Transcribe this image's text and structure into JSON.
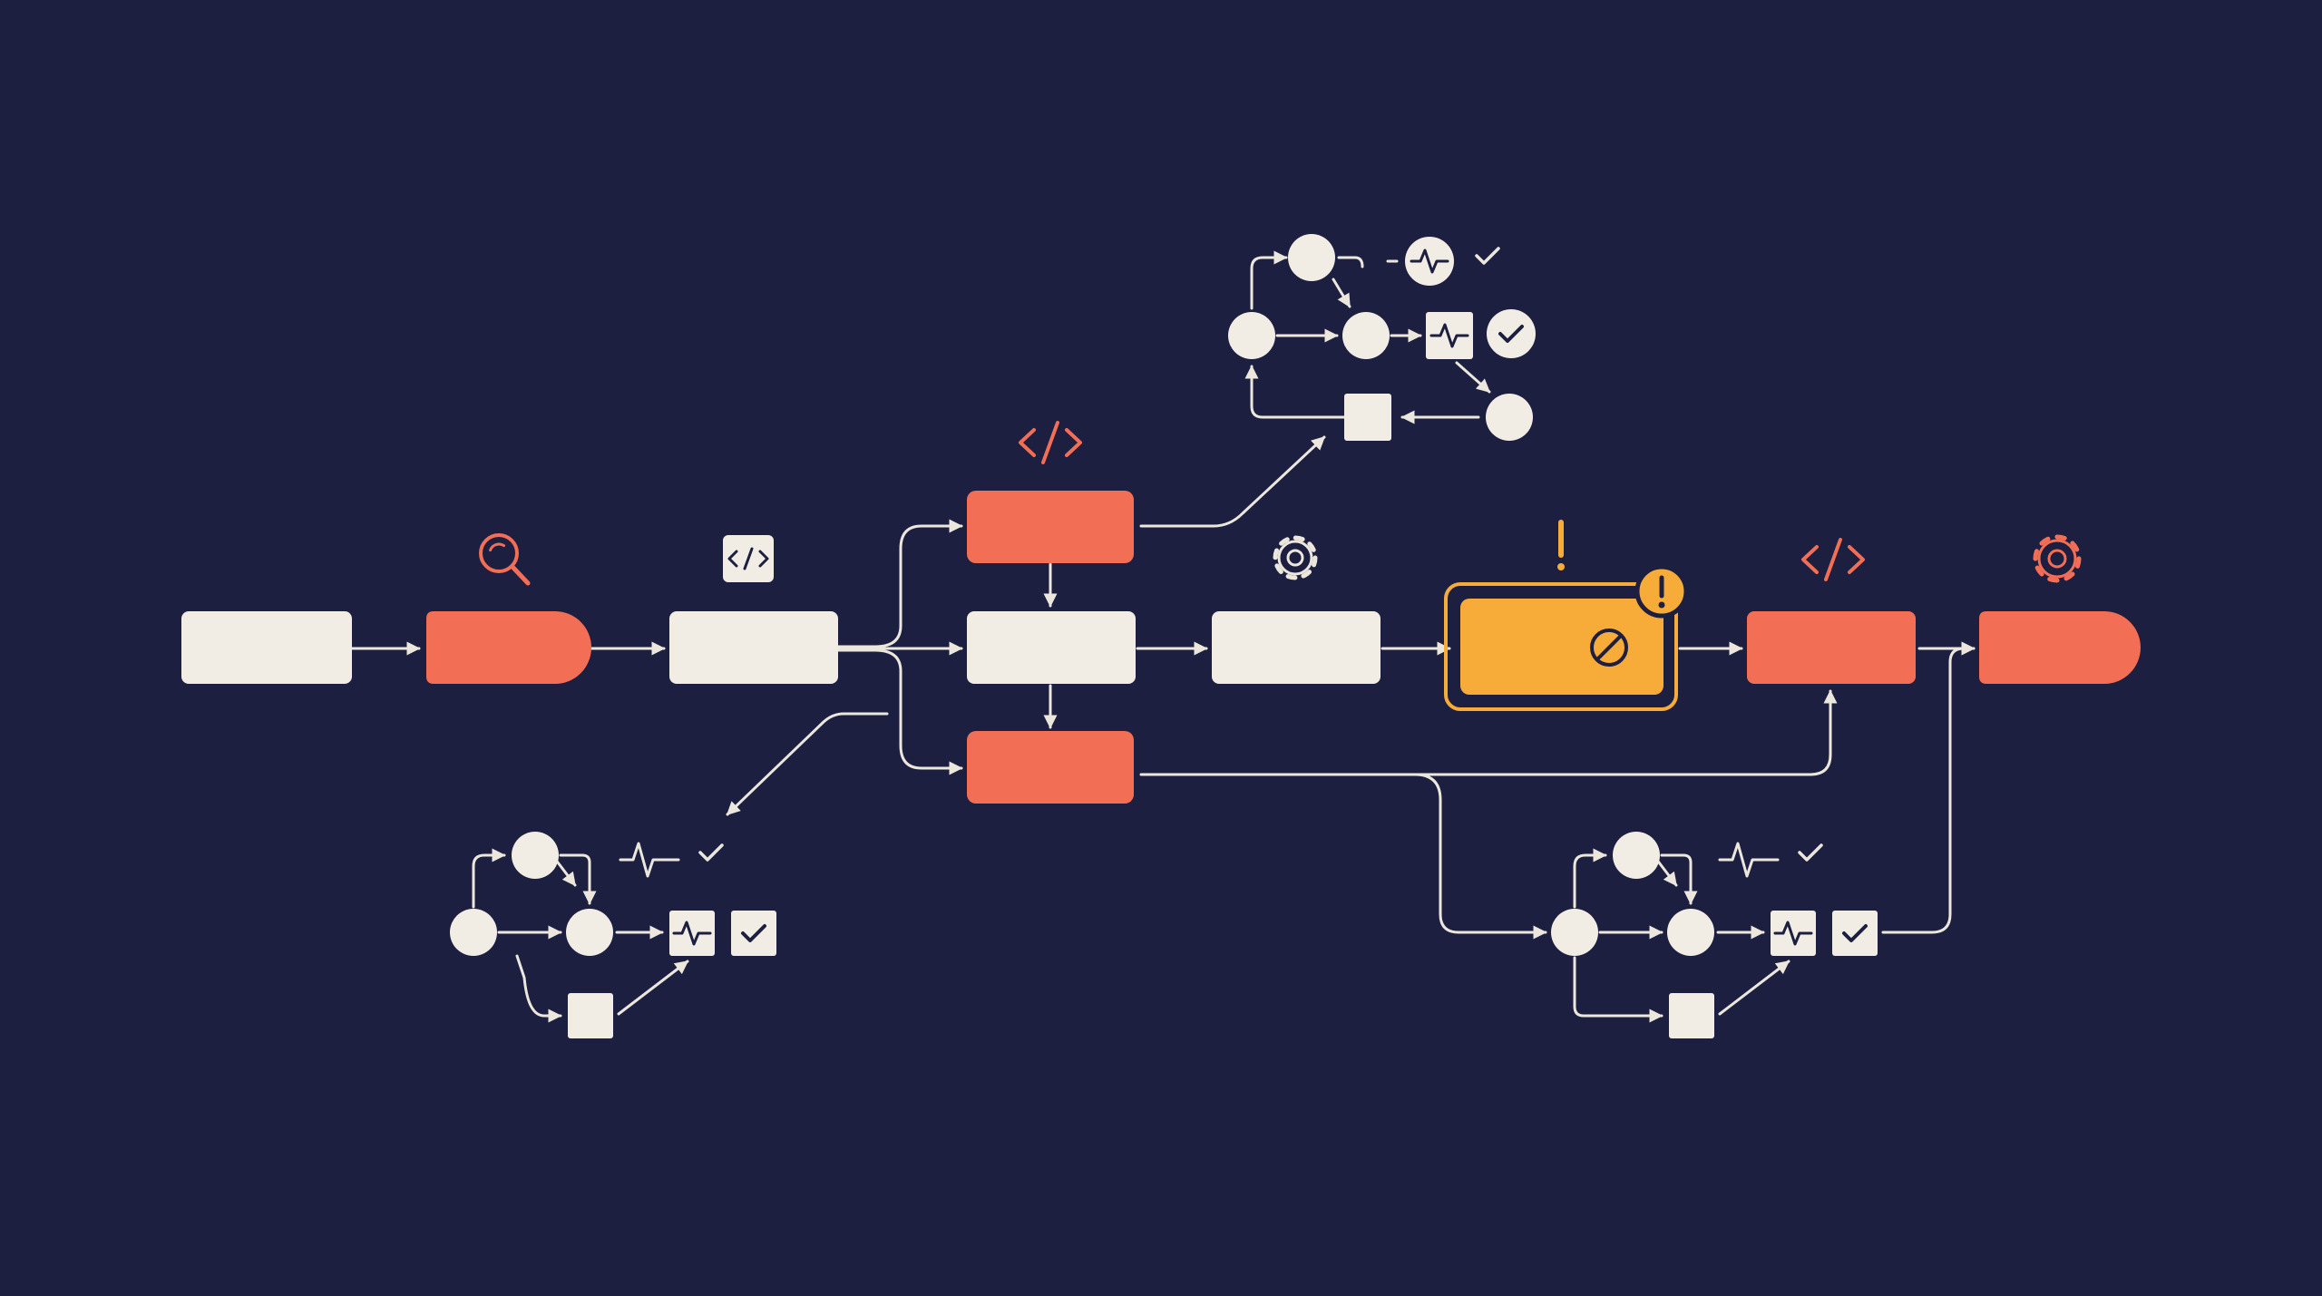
{
  "colors": {
    "background": "#1c1f3f",
    "node_light": "#f2ede4",
    "node_accent": "#f26e55",
    "node_warning": "#f7ac3a",
    "line": "#ece7dd",
    "icon_dark": "#1c1f3f"
  },
  "main_flow": [
    {
      "id": "step-1",
      "kind": "light",
      "shape": "rect"
    },
    {
      "id": "step-2",
      "kind": "accent",
      "shape": "pill-right",
      "icon": "search-icon"
    },
    {
      "id": "step-3",
      "kind": "light",
      "shape": "rect",
      "icon": "code-box-icon"
    },
    {
      "id": "step-4-top",
      "kind": "accent",
      "shape": "rect",
      "icon": "code-icon"
    },
    {
      "id": "step-4-middle",
      "kind": "light",
      "shape": "rect"
    },
    {
      "id": "step-4-bottom",
      "kind": "accent",
      "shape": "rect"
    },
    {
      "id": "step-5",
      "kind": "light",
      "shape": "rect",
      "icon": "gear-icon"
    },
    {
      "id": "step-6",
      "kind": "warning",
      "shape": "rect",
      "icon": "blocked-icon",
      "badge": "warning-badge-icon"
    },
    {
      "id": "step-7",
      "kind": "accent",
      "shape": "rect",
      "icon": "code-icon"
    },
    {
      "id": "step-8",
      "kind": "accent",
      "shape": "pill-right",
      "icon": "gear-icon"
    }
  ],
  "subgraphs": [
    {
      "id": "subgraph-top",
      "icons": [
        "pulse-circle-icon",
        "check-icon",
        "pulse-box-icon",
        "check-circle-icon"
      ]
    },
    {
      "id": "subgraph-left",
      "icons": [
        "pulse-icon",
        "check-icon",
        "pulse-box-icon",
        "check-box-icon"
      ]
    },
    {
      "id": "subgraph-right",
      "icons": [
        "pulse-icon",
        "check-icon",
        "pulse-box-icon",
        "check-box-icon"
      ]
    }
  ]
}
